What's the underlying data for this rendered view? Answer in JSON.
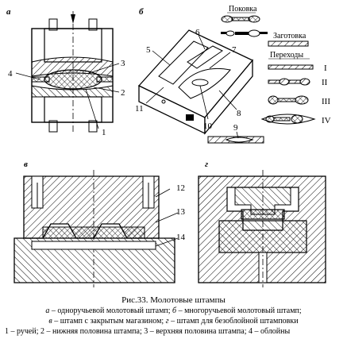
{
  "panels": {
    "a": "а",
    "b": "б",
    "v": "в",
    "g": "г"
  },
  "numbers": [
    "1",
    "2",
    "3",
    "4",
    "5",
    "6",
    "7",
    "8",
    "9",
    "10",
    "11",
    "12",
    "13",
    "14"
  ],
  "legend": {
    "pokovka": "Поковка",
    "zagotovka": "Заготовка",
    "perehody": "Переходы",
    "steps": [
      "I",
      "II",
      "III",
      "IV"
    ]
  },
  "caption": {
    "title": "Рис.33. Молотовые штампы",
    "line1_a": "а",
    "line1_a_text": " – одноручьевой молотовый штамп; ",
    "line1_b": "б",
    "line1_b_text": " – многоручьевой молотовый штамп;",
    "line2_v": "в",
    "line2_v_text": " – штамп с закрытым ма",
    "line2_rest": "газином; ",
    "line2_g": "г",
    "line2_g_text": " – штамп для безоблойной штамповки",
    "line3": "1 – ручей; 2 – нижняя половина штампа; 3 – верхняя половина штампа; 4 – облойны"
  }
}
